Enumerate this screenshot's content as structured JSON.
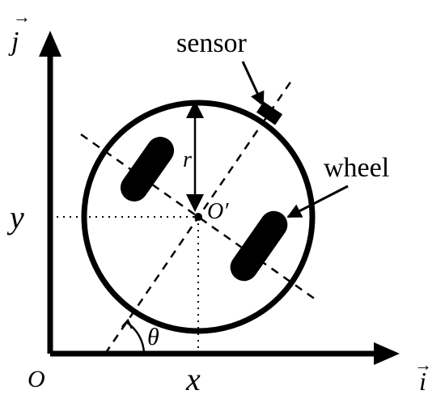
{
  "axes": {
    "x_unit_vector": "i",
    "y_unit_vector": "j",
    "origin": "O"
  },
  "position_labels": {
    "x": "x",
    "y": "y"
  },
  "robot": {
    "center_label": "O′",
    "radius_label": "r",
    "heading_angle_label": "θ"
  },
  "callouts": {
    "sensor": "sensor",
    "wheel": "wheel"
  },
  "colors": {
    "ink": "#000000",
    "background": "#ffffff"
  }
}
